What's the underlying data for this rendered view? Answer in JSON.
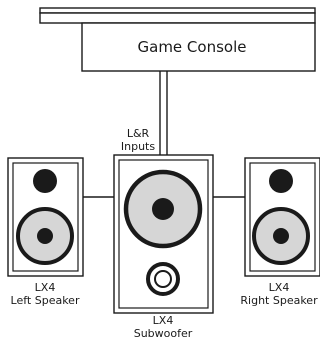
{
  "console": {
    "title": "Game Console"
  },
  "inputs": {
    "line1": "L&R",
    "line2": "Inputs"
  },
  "left_speaker": {
    "line1": "LX4",
    "line2": "Left Speaker"
  },
  "subwoofer": {
    "line1": "LX4",
    "line2": "Subwoofer"
  },
  "right_speaker": {
    "line1": "LX4",
    "line2": "Right Speaker"
  },
  "colors": {
    "stroke": "#1a1a1a",
    "cone_fill": "#d6d6d6",
    "cap_fill": "#1a1a1a"
  }
}
